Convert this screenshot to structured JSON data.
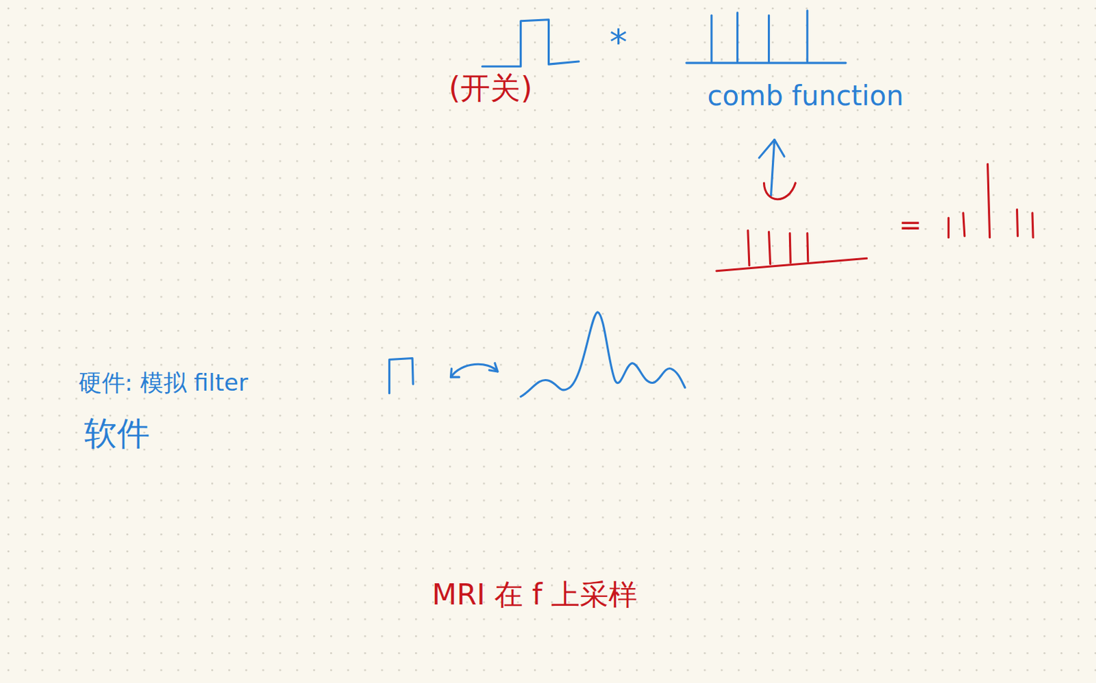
{
  "diagram": {
    "labels": [
      "(开关)",
      "*",
      "comb function",
      "=",
      "硬件: 模拟 filter",
      "软件",
      "MRI 在 f 上采样"
    ]
  }
}
